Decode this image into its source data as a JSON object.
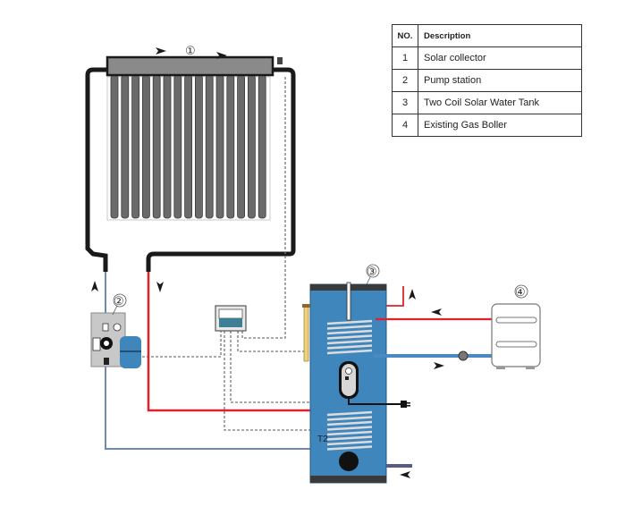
{
  "legend": {
    "headers": {
      "no": "NO.",
      "description": "Description"
    },
    "rows": [
      {
        "no": "1",
        "description": "Solar collector"
      },
      {
        "no": "2",
        "description": "Pump station"
      },
      {
        "no": "3",
        "description": "Two Coil Solar Water Tank"
      },
      {
        "no": "4",
        "description": "Existing Gas Boller"
      }
    ]
  },
  "labels": {
    "collector": "①",
    "pump_station": "②",
    "tank": "③",
    "boiler": "④",
    "sensor_t2": "T2"
  },
  "colors": {
    "hot_pipe": "#e0202a",
    "cold_pipe": "#6e88b0",
    "collector_pipe": "#1a1a1a",
    "tank_body": "#3f86bd",
    "tank_caps": "#3a3a3a",
    "boiler_pipe": "#4a8ac4"
  }
}
